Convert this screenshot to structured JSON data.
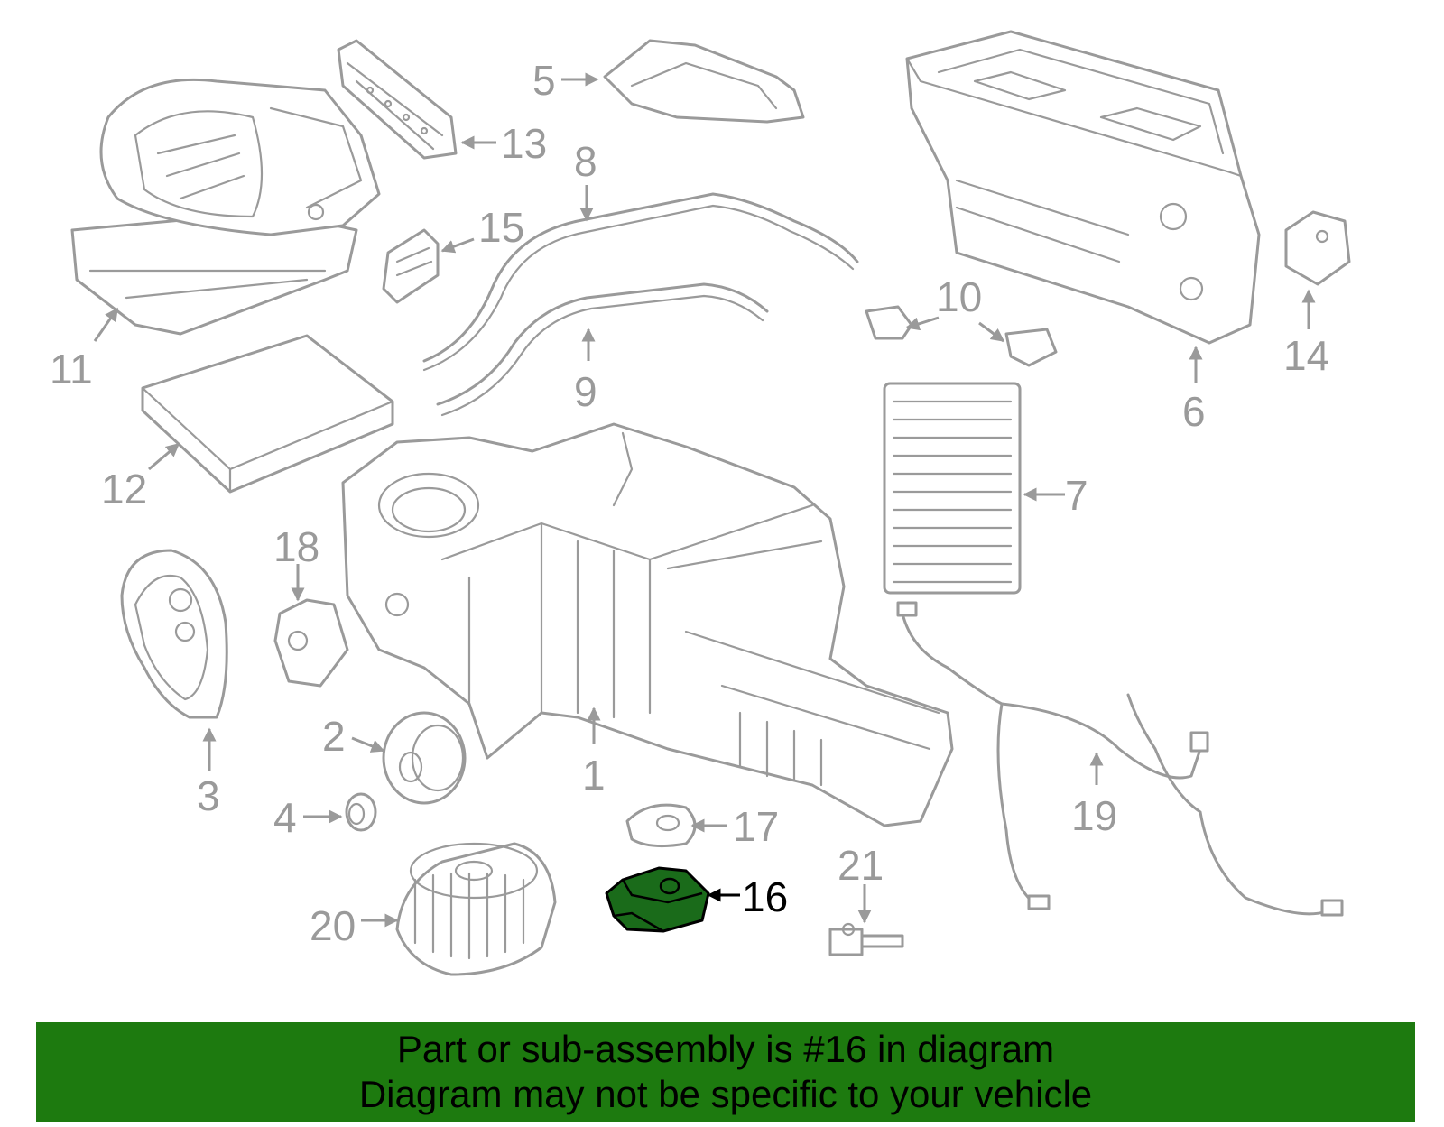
{
  "callouts": {
    "c1": "1",
    "c2": "2",
    "c3": "3",
    "c4": "4",
    "c5": "5",
    "c6": "6",
    "c7": "7",
    "c8": "8",
    "c9": "9",
    "c10": "10",
    "c11": "11",
    "c12": "12",
    "c13": "13",
    "c14": "14",
    "c15": "15",
    "c16": "16",
    "c17": "17",
    "c18": "18",
    "c19": "19",
    "c20": "20",
    "c21": "21"
  },
  "highlighted_part": "16",
  "colors": {
    "part_stroke": "#9a9a9a",
    "highlight_fill": "#1a6b1a",
    "banner_bg": "#1d7a0f"
  },
  "banner": {
    "line1": "Part or sub-assembly is #16 in diagram",
    "line2": "Diagram may not be specific to your vehicle"
  }
}
